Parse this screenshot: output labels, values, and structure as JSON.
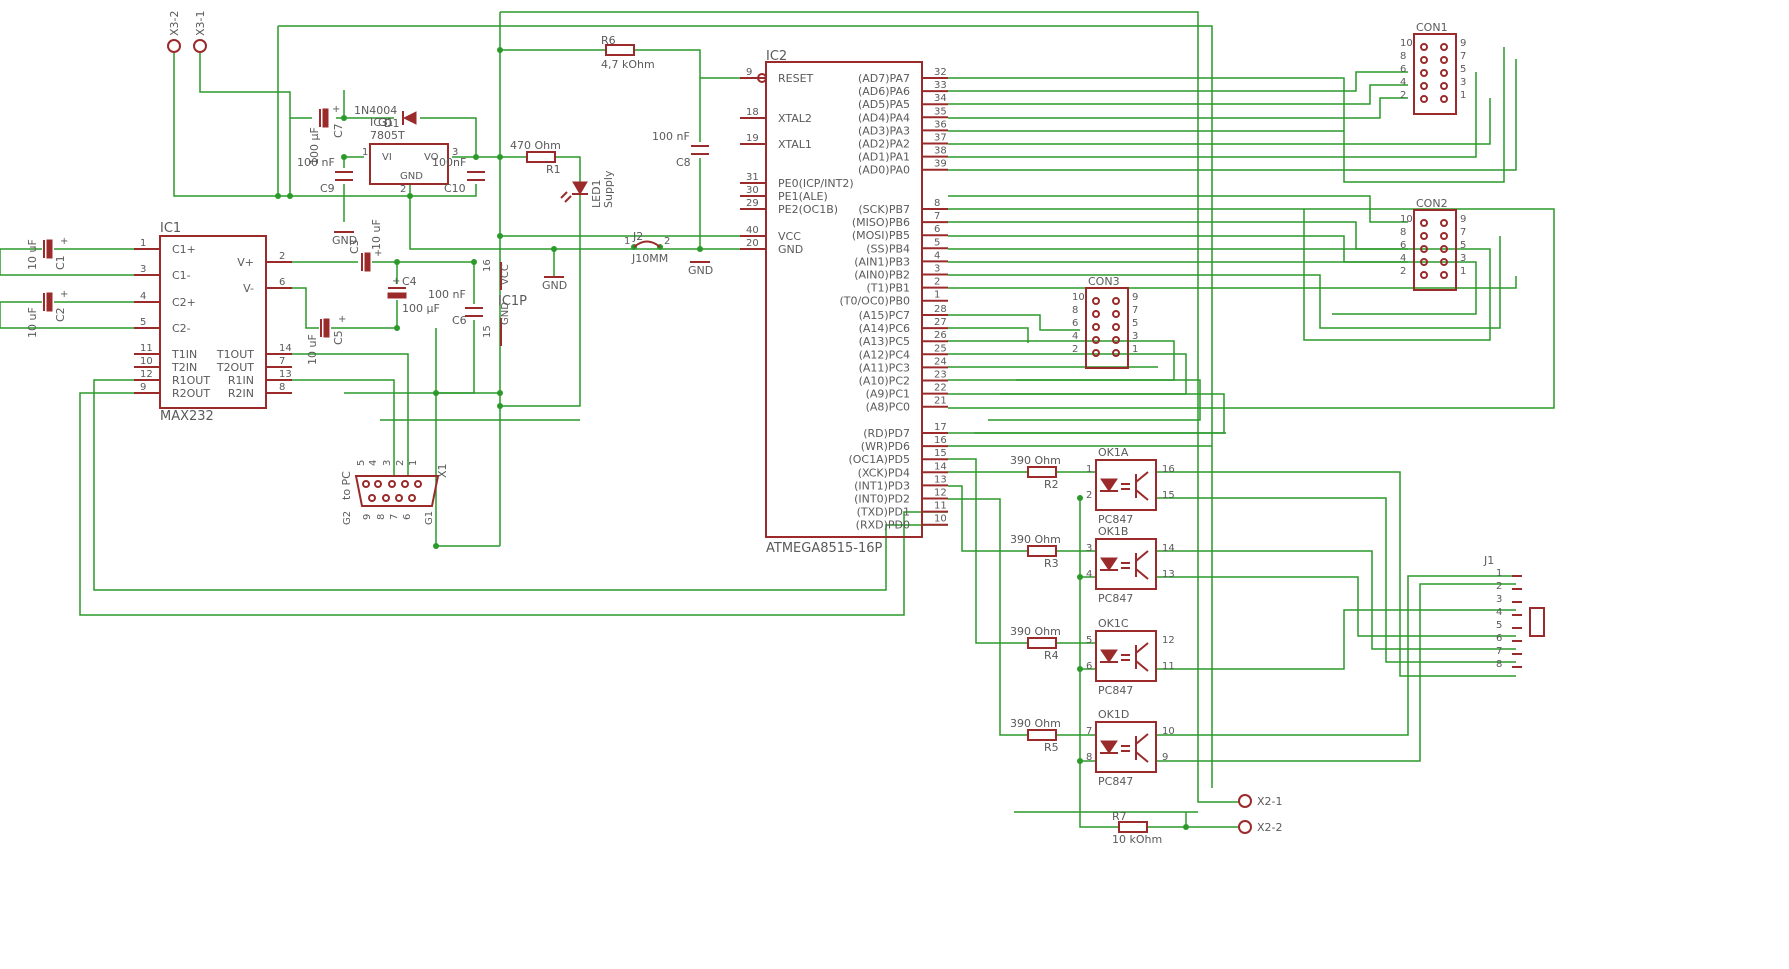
{
  "components": {
    "ic1": {
      "ref": "IC1",
      "value": "MAX232",
      "left_pins": [
        [
          "1",
          "C1+"
        ],
        [
          "3",
          "C1-"
        ],
        [
          "4",
          "C2+"
        ],
        [
          "5",
          "C2-"
        ],
        [
          "11",
          "T1IN"
        ],
        [
          "10",
          "T2IN"
        ],
        [
          "12",
          "R1OUT"
        ],
        [
          "9",
          "R2OUT"
        ]
      ],
      "right_pins": [
        [
          "2",
          "V+"
        ],
        [
          "6",
          "V-"
        ],
        [
          "14",
          "T1OUT"
        ],
        [
          "7",
          "T2OUT"
        ],
        [
          "13",
          "R1IN"
        ],
        [
          "8",
          "R2IN"
        ]
      ]
    },
    "ic2": {
      "ref": "IC2",
      "value": "ATMEGA8515-16P",
      "left_pins": [
        [
          "9",
          "RESET"
        ],
        [
          "18",
          "XTAL2"
        ],
        [
          "19",
          "XTAL1"
        ],
        [
          "31",
          "PE0(ICP/INT2)"
        ],
        [
          "30",
          "PE1(ALE)"
        ],
        [
          "29",
          "PE2(OC1B)"
        ],
        [
          "40",
          "VCC"
        ],
        [
          "20",
          "GND"
        ]
      ],
      "right_pins": [
        [
          "32",
          "(AD7)PA7"
        ],
        [
          "33",
          "(AD6)PA6"
        ],
        [
          "34",
          "(AD5)PA5"
        ],
        [
          "35",
          "(AD4)PA4"
        ],
        [
          "36",
          "(AD3)PA3"
        ],
        [
          "37",
          "(AD2)PA2"
        ],
        [
          "38",
          "(AD1)PA1"
        ],
        [
          "39",
          "(AD0)PA0"
        ],
        [
          "8",
          "(SCK)PB7"
        ],
        [
          "7",
          "(MISO)PB6"
        ],
        [
          "6",
          "(MOSI)PB5"
        ],
        [
          "5",
          "(SS)PB4"
        ],
        [
          "4",
          "(AIN1)PB3"
        ],
        [
          "3",
          "(AIN0)PB2"
        ],
        [
          "2",
          "(T1)PB1"
        ],
        [
          "1",
          "(T0/OC0)PB0"
        ],
        [
          "28",
          "(A15)PC7"
        ],
        [
          "27",
          "(A14)PC6"
        ],
        [
          "26",
          "(A13)PC5"
        ],
        [
          "25",
          "(A12)PC4"
        ],
        [
          "24",
          "(A11)PC3"
        ],
        [
          "23",
          "(A10)PC2"
        ],
        [
          "22",
          "(A9)PC1"
        ],
        [
          "21",
          "(A8)PC0"
        ],
        [
          "17",
          "(RD)PD7"
        ],
        [
          "16",
          "(WR)PD6"
        ],
        [
          "15",
          "(OC1A)PD5"
        ],
        [
          "14",
          "(XCK)PD4"
        ],
        [
          "13",
          "(INT1)PD3"
        ],
        [
          "12",
          "(INT0)PD2"
        ],
        [
          "11",
          "(TXD)PD1"
        ],
        [
          "10",
          "(RXD)PD0"
        ]
      ]
    },
    "ic3": {
      "ref": "IC3",
      "ref_overlap": "G1",
      "value": "7805T",
      "vi": "VI",
      "vo": "VO",
      "gnd": "GND",
      "p1": "1",
      "p2": "2",
      "p3": "3"
    },
    "ic1p": {
      "ref": "IC1P",
      "vcc": "VCC",
      "gnd": "GND",
      "p16": "16",
      "p15": "15"
    },
    "caps": [
      {
        "ref": "C1",
        "value": "10 uF"
      },
      {
        "ref": "C2",
        "value": "10 uF"
      },
      {
        "ref": "C3",
        "value": "10 uF"
      },
      {
        "ref": "C4",
        "value": "100 µF"
      },
      {
        "ref": "C5",
        "value": "10 uF"
      },
      {
        "ref": "C6",
        "value": "100 nF"
      },
      {
        "ref": "C7",
        "value": "100 µF"
      },
      {
        "ref": "C8",
        "value": "100 nF"
      },
      {
        "ref": "C9",
        "value": "100 nF"
      },
      {
        "ref": "C10",
        "value": "100nF"
      }
    ],
    "resistors": [
      {
        "ref": "R1",
        "value": "470 Ohm"
      },
      {
        "ref": "R2",
        "value": "390 Ohm"
      },
      {
        "ref": "R3",
        "value": "390 Ohm"
      },
      {
        "ref": "R4",
        "value": "390 Ohm"
      },
      {
        "ref": "R5",
        "value": "390 Ohm"
      },
      {
        "ref": "R6",
        "value": "4,7 kOhm"
      },
      {
        "ref": "R7",
        "value": "10 kOhm"
      }
    ],
    "d1": {
      "ref": "D1",
      "value": "1N4004"
    },
    "led1": {
      "ref": "LED1",
      "value": "Supply"
    },
    "jumper": {
      "ref": "J2",
      "value": "J10MM",
      "p1": "1",
      "p2": "2"
    },
    "optos": [
      {
        "ref": "OK1A",
        "value": "PC847",
        "pins": [
          "1",
          "2",
          "16",
          "15"
        ]
      },
      {
        "ref": "OK1B",
        "value": "PC847",
        "pins": [
          "3",
          "4",
          "14",
          "13"
        ]
      },
      {
        "ref": "OK1C",
        "value": "PC847",
        "pins": [
          "5",
          "6",
          "12",
          "11"
        ]
      },
      {
        "ref": "OK1D",
        "value": "PC847",
        "pins": [
          "7",
          "8",
          "10",
          "9"
        ]
      }
    ],
    "headers": [
      {
        "ref": "CON1",
        "left": [
          "10",
          "8",
          "6",
          "4",
          "2"
        ],
        "right": [
          "9",
          "7",
          "5",
          "3",
          "1"
        ]
      },
      {
        "ref": "CON2",
        "left": [
          "10",
          "8",
          "6",
          "4",
          "2"
        ],
        "right": [
          "9",
          "7",
          "5",
          "3",
          "1"
        ]
      },
      {
        "ref": "CON3",
        "left": [
          "10",
          "8",
          "6",
          "4",
          "2"
        ],
        "right": [
          "9",
          "7",
          "5",
          "3",
          "1"
        ]
      }
    ],
    "j1": {
      "ref": "J1",
      "pins": [
        "1",
        "2",
        "3",
        "4",
        "5",
        "6",
        "7",
        "8"
      ]
    },
    "x1": {
      "ref": "X1",
      "value": "to PC",
      "g1": "G1",
      "g2": "G2",
      "top_pins": [
        "5",
        "4",
        "3",
        "2",
        "1"
      ],
      "bottom_pins": [
        "9",
        "8",
        "7",
        "6"
      ]
    },
    "terminals": [
      "X3-2",
      "X3-1",
      "X2-1",
      "X2-2"
    ],
    "gnd_label": "GND"
  }
}
